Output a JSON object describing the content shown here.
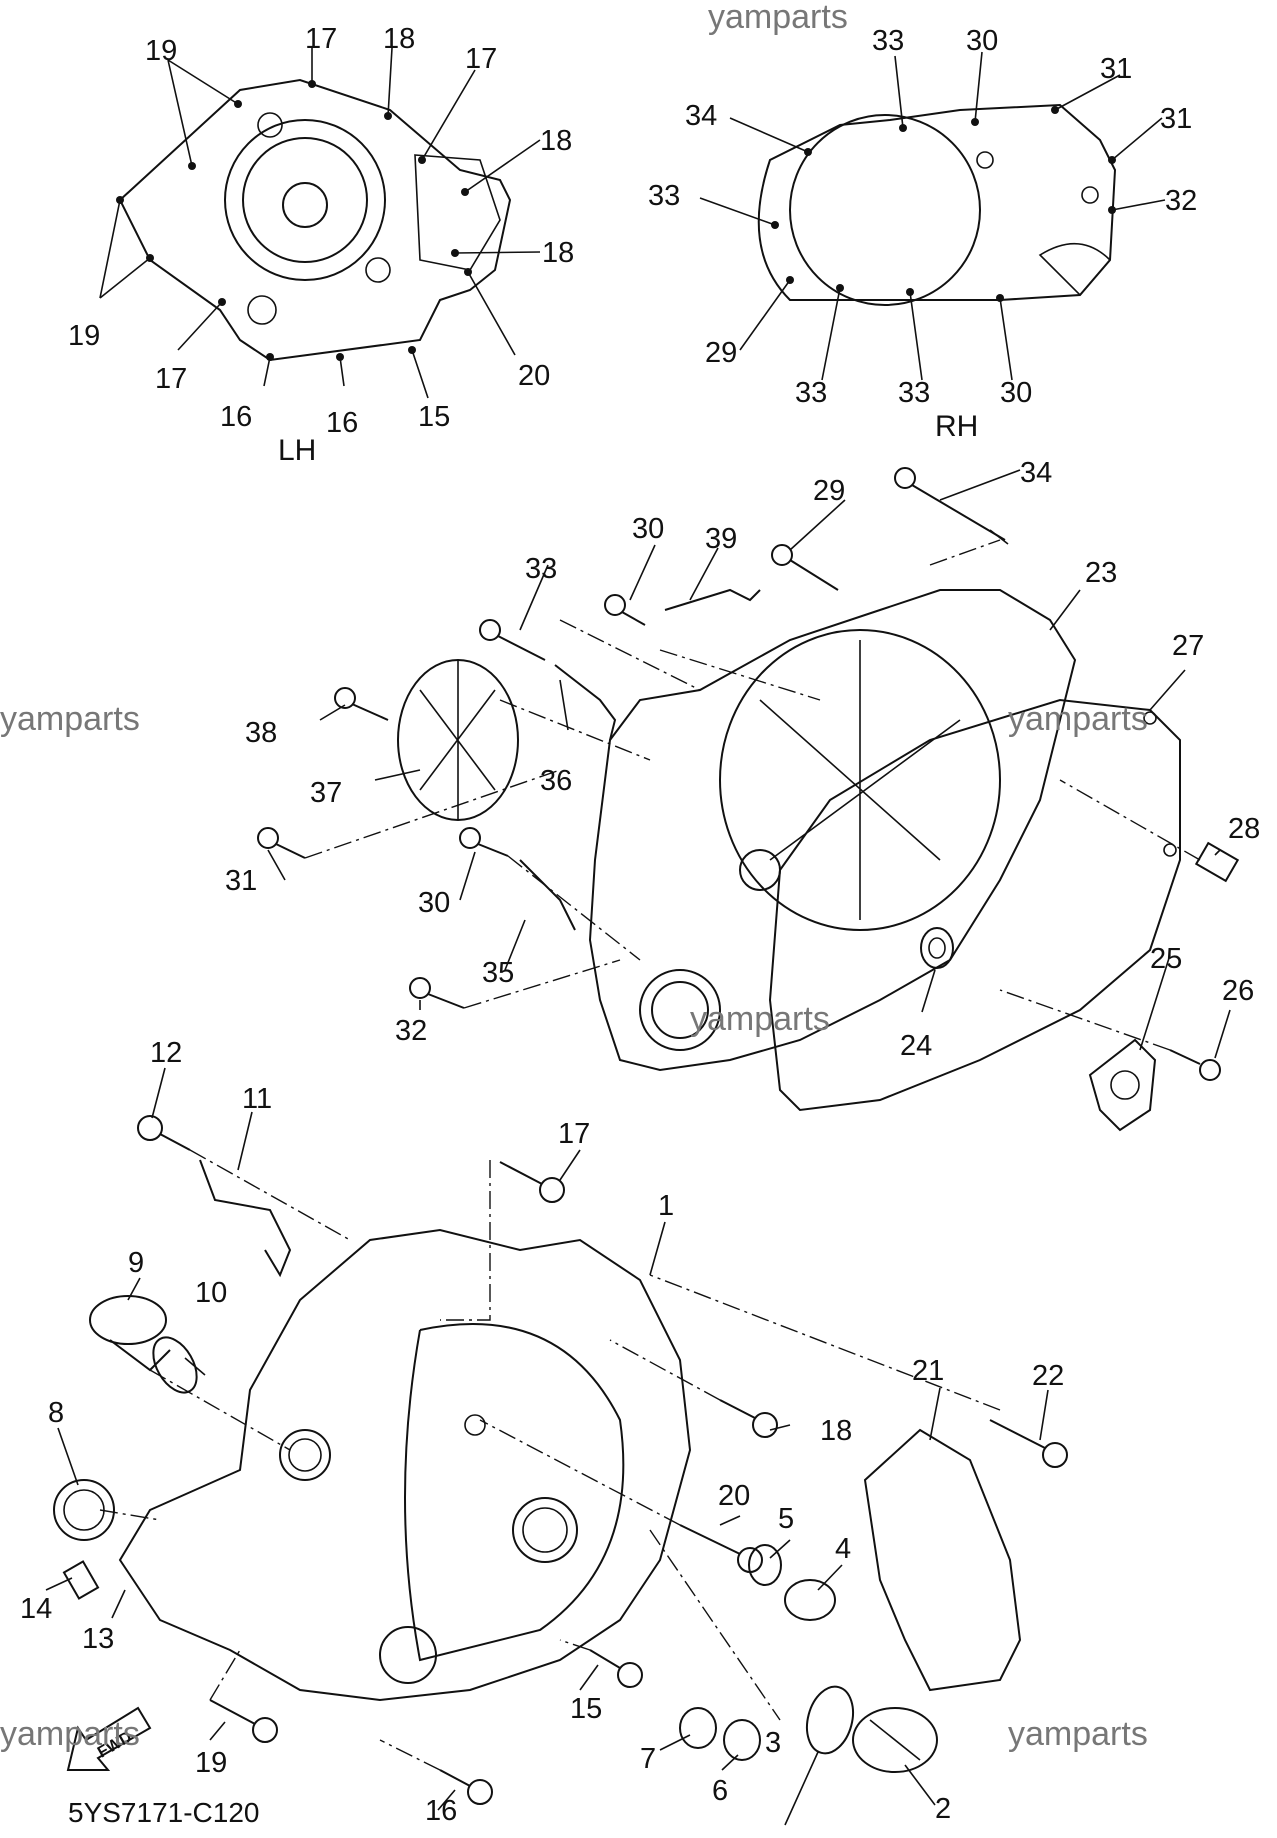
{
  "watermarks": [
    "yamparts",
    "yamparts",
    "yamparts",
    "yamparts",
    "yamparts",
    "yamparts"
  ],
  "side_labels": {
    "left": "LH",
    "right": "RH"
  },
  "drawing_code": "5YS7171-C120",
  "fwd_badge": "FWD",
  "callouts": {
    "lh": [
      "19",
      "17",
      "18",
      "17",
      "18",
      "18",
      "19",
      "17",
      "16",
      "16",
      "15",
      "20"
    ],
    "rh": [
      "33",
      "30",
      "31",
      "31",
      "34",
      "33",
      "32",
      "29",
      "33",
      "33",
      "30"
    ],
    "mid": [
      "34",
      "29",
      "30",
      "39",
      "33",
      "23",
      "27",
      "38",
      "36",
      "37",
      "28",
      "31",
      "30",
      "35",
      "25",
      "26",
      "24",
      "32"
    ],
    "low": [
      "12",
      "11",
      "17",
      "1",
      "9",
      "10",
      "8",
      "21",
      "22",
      "18",
      "20",
      "5",
      "4",
      "14",
      "13",
      "15",
      "19",
      "7",
      "6",
      "3",
      "2",
      "16"
    ]
  }
}
